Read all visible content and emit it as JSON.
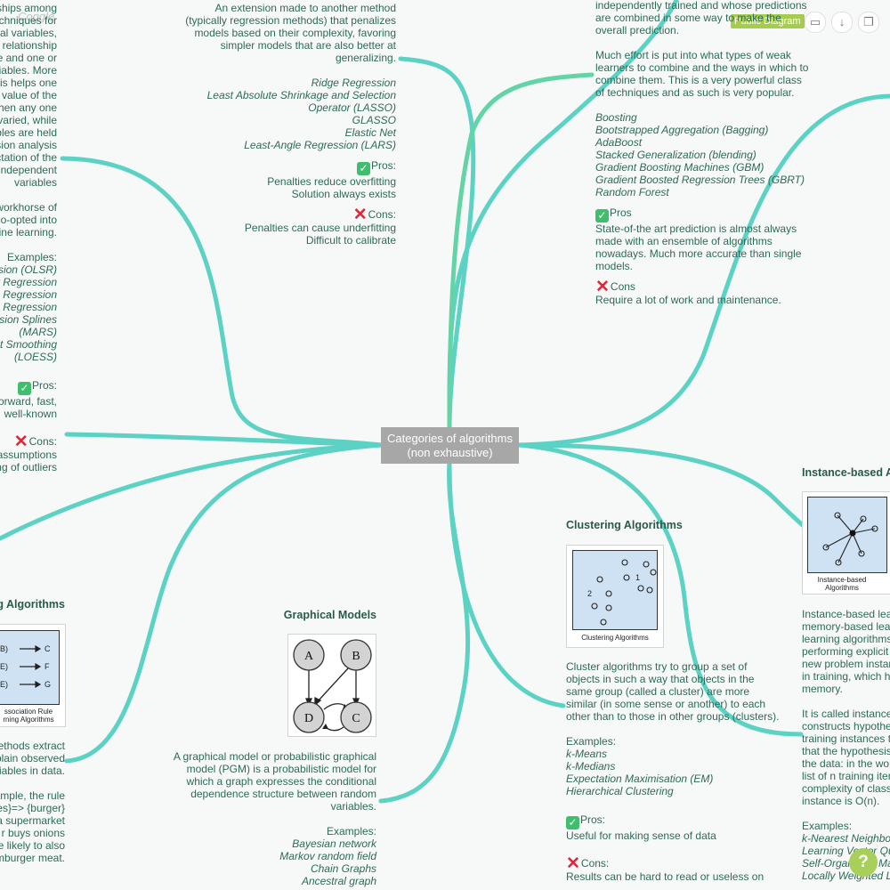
{
  "app": {
    "logo": "Coggle",
    "badge": "Public Diagram",
    "help": "?"
  },
  "colors": {
    "branch": "#5cd2c4",
    "branch_green": "#63d4a6",
    "text": "#2c6b56",
    "central_bg": "#a7a7a7"
  },
  "central": {
    "line1": "Categories of algorithms",
    "line2": "(non exhaustive)"
  },
  "pros_label": "Pros:",
  "cons_label": "Cons:",
  "pros_label2": "Pros",
  "cons_label2": "Cons",
  "regression": {
    "lines": [
      "ships among",
      "chniques for",
      "ral variables,",
      "e relationship",
      "e and one or",
      "iables. More",
      "sis helps one",
      "value of the",
      "hen any one",
      "varied, while",
      "bles are held",
      "sion analysis",
      "ctation of the",
      "independent",
      "variables"
    ],
    "workhorse": [
      "workhorse of",
      "co-opted into",
      "ine learning."
    ],
    "examples_label": "Examples:",
    "examples": [
      "sion (OLSR)",
      "r Regression",
      "e Regression",
      "e Regression",
      "sion Splines",
      "(MARS)",
      "ot Smoothing",
      "(LOESS)"
    ],
    "pros": [
      "orward, fast,",
      "well-known"
    ],
    "cons": [
      "assumptions",
      "ng of outliers"
    ]
  },
  "regularization": {
    "desc": [
      "An extension made to another method",
      "(typically regression methods) that penalizes",
      "models based on their complexity, favoring",
      "simpler models that are also better at",
      "generalizing."
    ],
    "examples": [
      "Ridge Regression",
      "Least Absolute Shrinkage and Selection",
      "Operator (LASSO)",
      "GLASSO",
      "Elastic Net",
      "Least-Angle Regression (LARS)"
    ],
    "pros": [
      "Penalties reduce overfitting",
      "Solution always exists"
    ],
    "cons": [
      "Penalties can cause underfitting",
      "Difficult to calibrate"
    ]
  },
  "ensemble": {
    "top": [
      "independently trained and whose predictions",
      "are combined in some way to make the",
      "overall prediction."
    ],
    "desc": [
      "Much effort is put into what types of weak",
      "learners to combine and the ways in which to",
      "combine them. This is a very powerful class",
      "of techniques and as such is very popular."
    ],
    "examples": [
      "Boosting",
      "Bootstrapped Aggregation (Bagging)",
      "AdaBoost",
      "Stacked Generalization (blending)",
      "Gradient Boosting Machines (GBM)",
      "Gradient Boosted Regression Trees (GBRT)",
      "Random Forest"
    ],
    "pros": [
      "State-of-the art prediction is almost always",
      "made with an ensemble of algorithms",
      "nowadays. Much more accurate than single",
      "models."
    ],
    "cons": [
      "Require a lot of work and maintenance."
    ]
  },
  "association": {
    "title": "g Algorithms",
    "image": {
      "rows": [
        "B)",
        "E)",
        "E)"
      ],
      "targets": [
        "C",
        "F",
        "G"
      ],
      "caption1": "ssociation Rule",
      "caption2": "rning Algorithms"
    },
    "desc": [
      "ethods extract",
      "plain observed",
      "iables in data."
    ],
    "example": [
      "ample, the rule",
      "es}=> {burger}",
      "a supermarket",
      "r buys onions",
      "e likely to also",
      "mburger meat."
    ]
  },
  "graphical": {
    "title": "Graphical Models",
    "nodes": [
      "A",
      "B",
      "D",
      "C"
    ],
    "desc": [
      "A graphical model or probabilistic graphical",
      "model (PGM) is a probabilistic model for",
      "which a graph expresses the conditional",
      "dependence structure between random",
      "variables."
    ],
    "examples_label": "Examples:",
    "examples": [
      "Bayesian network",
      "Markov random field",
      "Chain Graphs",
      "Ancestral graph"
    ]
  },
  "clustering": {
    "title": "Clustering Algorithms",
    "image": {
      "label1": "1",
      "label2": "2",
      "caption": "Clustering Algorithms"
    },
    "desc": [
      "Cluster algorithms try to group a set of",
      "objects in such a way that objects in the",
      "same group (called a cluster) are more",
      "similar (in some sense or another) to each",
      "other than to those in other groups (clusters)."
    ],
    "examples_label": "Examples:",
    "examples": [
      "k-Means",
      "k-Medians",
      "Expectation Maximisation (EM)",
      "Hierarchical Clustering"
    ],
    "pros": [
      "Useful for making sense of data"
    ],
    "cons": [
      "Results can be hard to read or useless on"
    ]
  },
  "instance": {
    "title": "Instance-based Al",
    "image": {
      "caption1": "Instance-based",
      "caption2": "Algorithms"
    },
    "desc": [
      "Instance-based lea",
      "memory-based lear",
      "learning algorithms",
      "performing explicit",
      "new problem instan",
      "in training, which ha",
      "memory."
    ],
    "desc2": [
      "It is called instance",
      "constructs hypothe",
      "training instances t",
      "that the hypothesis",
      "the data: in the wor",
      "list of n training iter",
      "complexity of class",
      "instance is O(n)."
    ],
    "examples_label": "Examples:",
    "examples": [
      "k-Nearest Neighbo",
      "Learning Vector Qu",
      "Self-Organizing Ma",
      "Locally Weighted L"
    ]
  }
}
